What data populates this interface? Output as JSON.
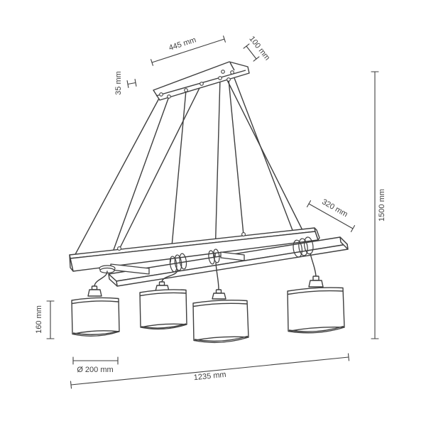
{
  "drawing": {
    "subject": "four-shade wooden beam pendant lamp - dimensional technical drawing",
    "background": "#ffffff",
    "line_color": "#3f3f3f",
    "dims": {
      "canopy_width": {
        "label": "445 mm"
      },
      "canopy_depth": {
        "label": "100 mm"
      },
      "canopy_height": {
        "label": "35 mm"
      },
      "beam_depth": {
        "label": "320 mm"
      },
      "overall_height": {
        "label": "1500 mm"
      },
      "shade_height": {
        "label": "160 mm"
      },
      "shade_diameter": {
        "label": "Ø 200 mm"
      },
      "overall_width": {
        "label": "1235 mm"
      }
    }
  }
}
